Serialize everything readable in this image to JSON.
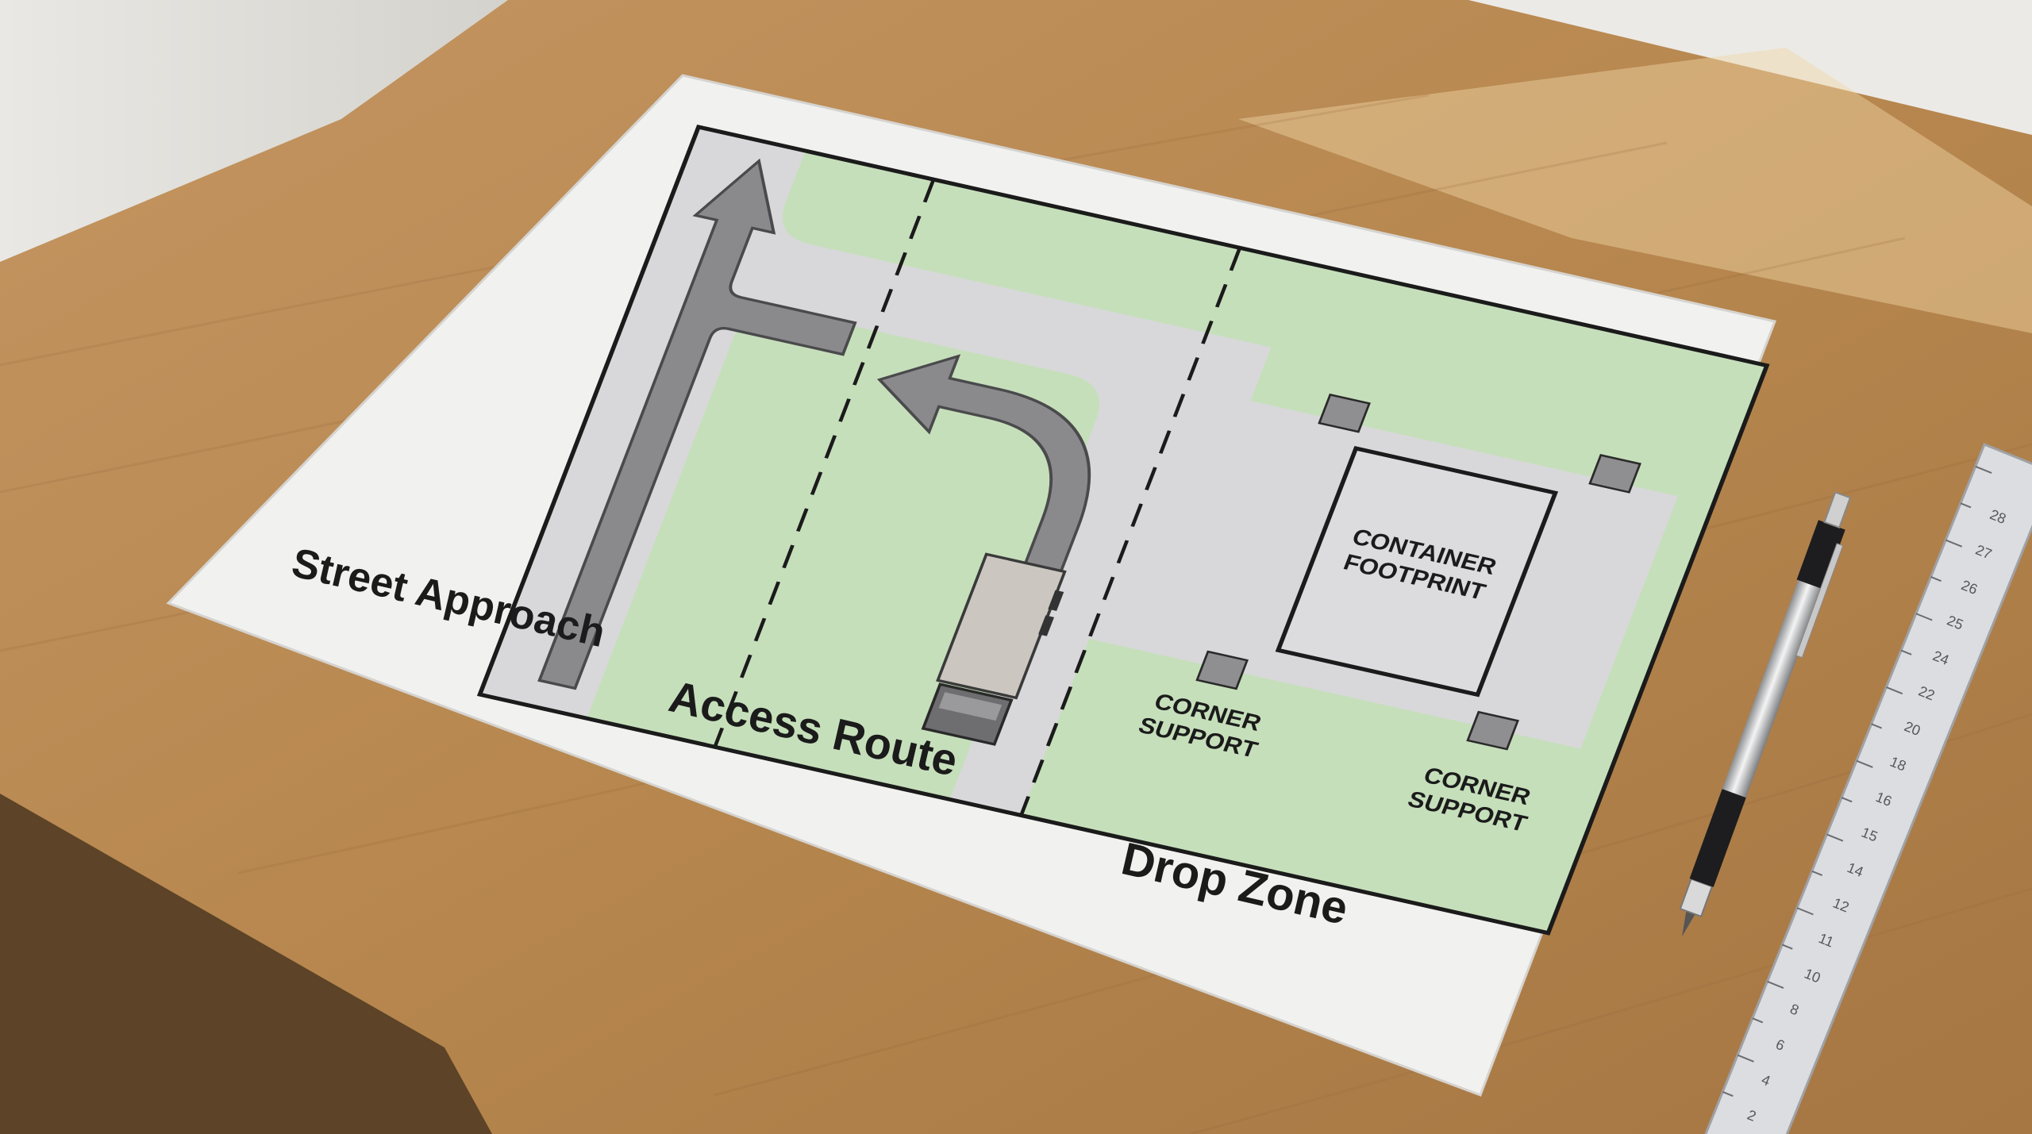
{
  "labels": {
    "street_approach": "Street Approach",
    "access_route": "Access Route",
    "drop_zone": "Drop Zone",
    "container_line1": "CONTAINER",
    "container_line2": "FOOTPRINT",
    "corner_support_a_line1": "CORNER",
    "corner_support_a_line2": "SUPPORT",
    "corner_support_b_line1": "CORNER",
    "corner_support_b_line2": "SUPPORT"
  },
  "ruler_marks": [
    "2",
    "4",
    "6",
    "8",
    "10",
    "11",
    "12",
    "14",
    "15",
    "16",
    "18",
    "20",
    "22",
    "24",
    "25",
    "26",
    "27",
    "28"
  ],
  "colors": {
    "desk": "#b98a55",
    "paper": "#f1f1ef",
    "pavement": "#d8d8da",
    "grass": "#c6dfbb",
    "arrow": "#8a8a8c",
    "ink": "#1b1b1b"
  }
}
